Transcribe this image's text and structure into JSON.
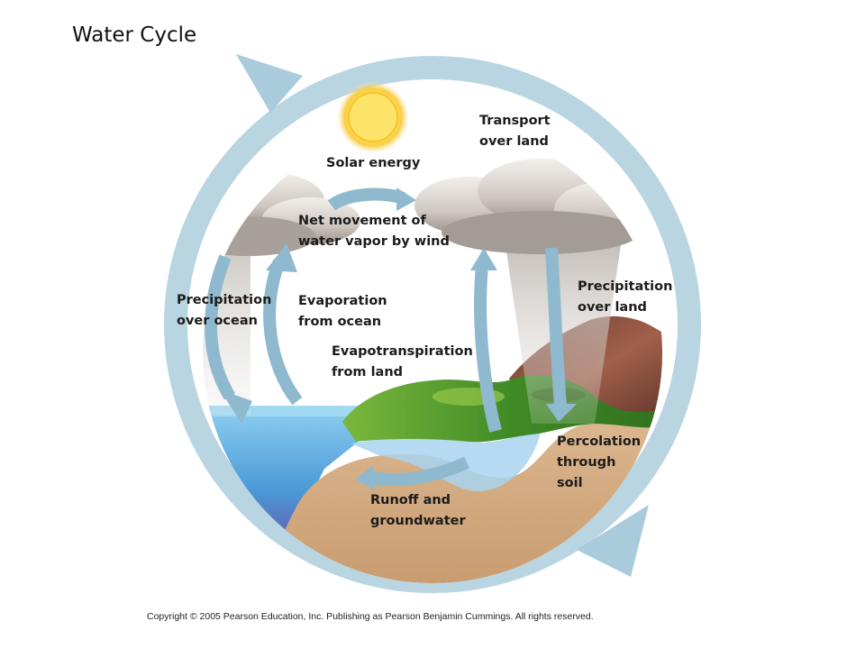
{
  "title": "Water Cycle",
  "labels": {
    "solar_energy": "Solar energy",
    "transport_l1": "Transport",
    "transport_l2": "over land",
    "net_movement_l1": "Net movement of",
    "net_movement_l2": "water vapor by wind",
    "precip_ocean_l1": "Precipitation",
    "precip_ocean_l2": "over ocean",
    "evap_ocean_l1": "Evaporation",
    "evap_ocean_l2": "from ocean",
    "evapotrans_l1": "Evapotranspiration",
    "evapotrans_l2": "from land",
    "precip_land_l1": "Precipitation",
    "precip_land_l2": "over land",
    "percolation_l1": "Percolation",
    "percolation_l2": "through",
    "percolation_l3": "soil",
    "runoff_l1": "Runoff and",
    "runoff_l2": "groundwater"
  },
  "copyright": "Copyright © 2005 Pearson Education, Inc. Publishing as Pearson Benjamin Cummings. All rights reserved.",
  "colors": {
    "cycle_arrow": "#b9d5e1",
    "flow_arrow": "#8fb9ce",
    "sun": "#f9d64a",
    "ocean": "#5aa8d8",
    "ocean_deep": "#6a5aa8",
    "soil": "#d8b48e",
    "land": "#5a9a2c",
    "mountain": "#8a4a3a",
    "cloud": "#d9d3cd"
  }
}
